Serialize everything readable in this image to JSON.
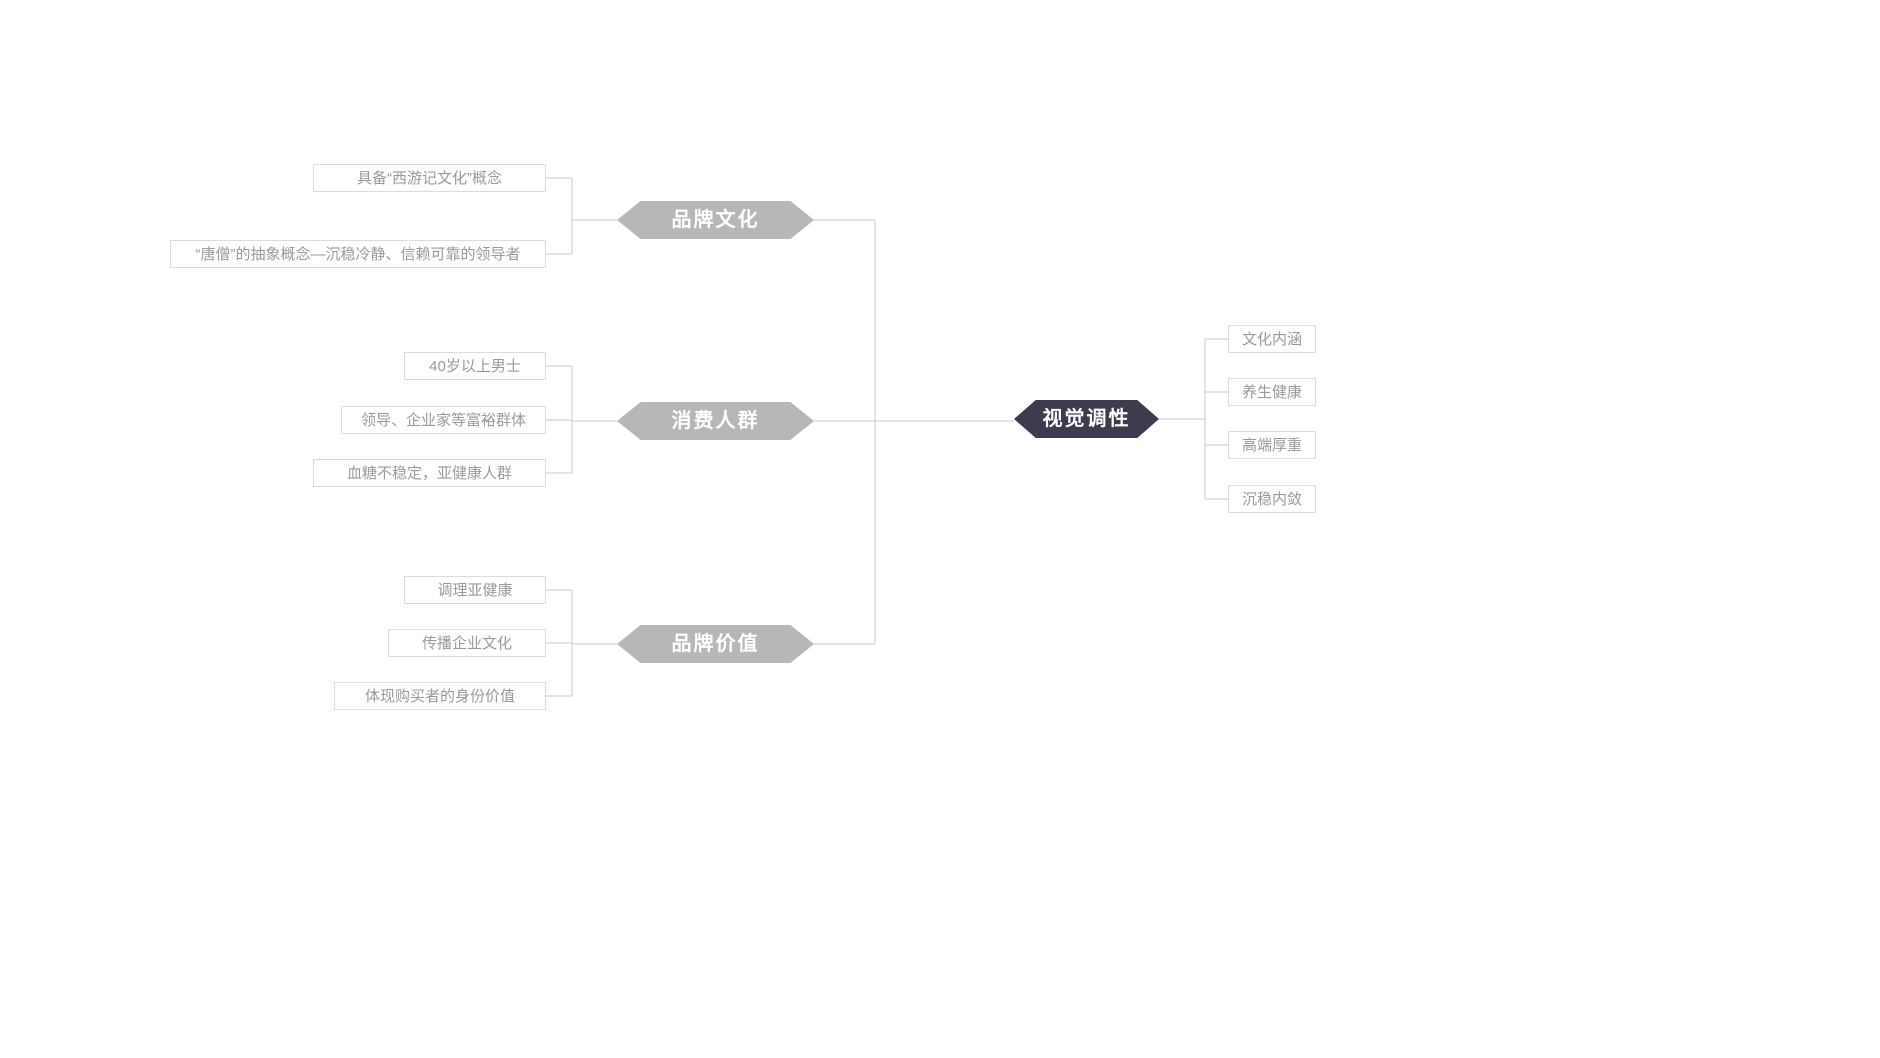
{
  "diagram": {
    "root": {
      "label": "视觉调性"
    },
    "branches": [
      {
        "label": "品牌文化",
        "items": [
          {
            "label": "具备“西游记文化”概念"
          },
          {
            "label": "“唐僧”的抽象概念—沉稳冷静、信赖可靠的领导者"
          }
        ]
      },
      {
        "label": "消费人群",
        "items": [
          {
            "label": "40岁以上男士"
          },
          {
            "label": "领导、企业家等富裕群体"
          },
          {
            "label": "血糖不稳定，亚健康人群"
          }
        ]
      },
      {
        "label": "品牌价值",
        "items": [
          {
            "label": "调理亚健康"
          },
          {
            "label": "传播企业文化"
          },
          {
            "label": "体现购买者的身份价值"
          }
        ]
      }
    ],
    "right_items": [
      {
        "label": "文化内涵"
      },
      {
        "label": "养生健康"
      },
      {
        "label": "高端厚重"
      },
      {
        "label": "沉稳内敛"
      }
    ],
    "colors": {
      "branch_hexagon": "#b7b7b7",
      "root_hexagon": "#3f3a4d",
      "connector_line": "#c9c9c9",
      "leaf_border": "#dcdcdc",
      "leaf_text": "#9a9a9a"
    }
  }
}
